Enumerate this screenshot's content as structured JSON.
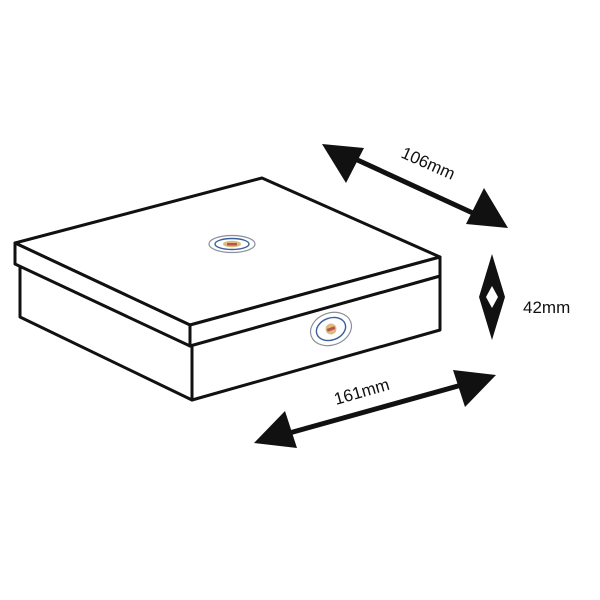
{
  "dimensions": {
    "depth": "106mm",
    "height": "42mm",
    "width": "161mm"
  },
  "colors": {
    "stroke": "#111111",
    "fill": "#ffffff",
    "badge_blue": "#3a5f9a",
    "badge_red": "#c0504d",
    "badge_gold": "#c9a14a"
  },
  "icons": {
    "lid_badge": "emblem-logo-icon",
    "front_badge": "emblem-logo-icon"
  }
}
